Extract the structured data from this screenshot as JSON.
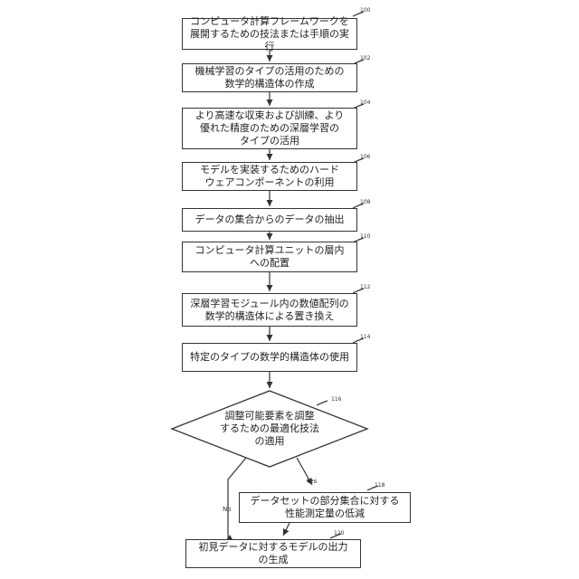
{
  "steps": [
    {
      "ref": "100",
      "text": "コンピュータ計算フレームワークを\n展開するための技法または手順の実行"
    },
    {
      "ref": "102",
      "text": "機械学習のタイプの活用のための\n数学的構造体の作成"
    },
    {
      "ref": "104",
      "text": "より高速な収束および訓練、より\n優れた精度のための深層学習の\nタイプの活用"
    },
    {
      "ref": "106",
      "text": "モデルを実装するためのハード\nウェアコンポーネントの利用"
    },
    {
      "ref": "108",
      "text": "データの集合からのデータの抽出"
    },
    {
      "ref": "110",
      "text": "コンピュータ計算ユニットの層内\nへの配置"
    },
    {
      "ref": "112",
      "text": "深層学習モジュール内の数値配列の\n数学的構造体による置き換え"
    },
    {
      "ref": "114",
      "text": "特定のタイプの数学的構造体の使用"
    }
  ],
  "decision": {
    "ref": "116",
    "text": "調整可能要素を調整\nするための最適化技法\nの適用"
  },
  "yes_step": {
    "ref": "118",
    "text": "データセットの部分集合に対する\n性能測定量の低減"
  },
  "final_step": {
    "ref": "120",
    "text": "初見データに対するモデルの出力\nの生成"
  },
  "labels": {
    "yes": "Yes",
    "no": "No"
  }
}
